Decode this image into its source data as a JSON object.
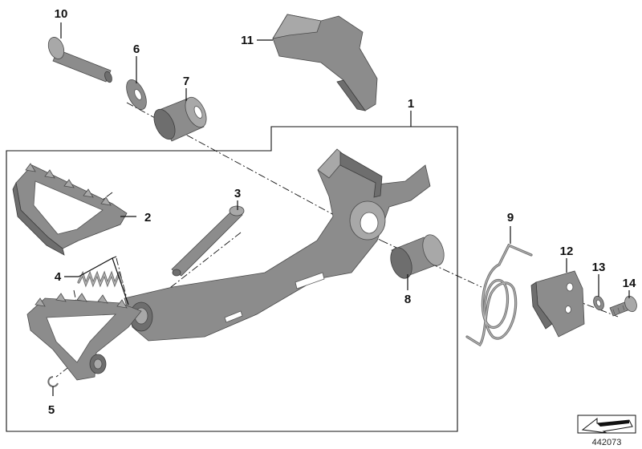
{
  "diagram": {
    "callouts": [
      {
        "id": "callout-1",
        "label": "1"
      },
      {
        "id": "callout-2",
        "label": "2"
      },
      {
        "id": "callout-3",
        "label": "3"
      },
      {
        "id": "callout-4",
        "label": "4"
      },
      {
        "id": "callout-5",
        "label": "5"
      },
      {
        "id": "callout-6",
        "label": "6"
      },
      {
        "id": "callout-7",
        "label": "7"
      },
      {
        "id": "callout-8",
        "label": "8"
      },
      {
        "id": "callout-9",
        "label": "9"
      },
      {
        "id": "callout-10",
        "label": "10"
      },
      {
        "id": "callout-11",
        "label": "11"
      },
      {
        "id": "callout-12",
        "label": "12"
      },
      {
        "id": "callout-13",
        "label": "13"
      },
      {
        "id": "callout-14",
        "label": "14"
      }
    ],
    "reference_number": "442073",
    "colors": {
      "part_fill": "#8c8c8c",
      "part_outline": "#4a4a4a",
      "line": "#111111",
      "background": "#ffffff"
    }
  }
}
